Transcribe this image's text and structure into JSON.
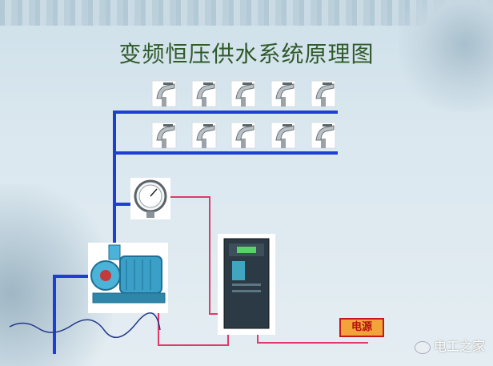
{
  "title": "变频恒压供水系统原理图",
  "power_label": "电源",
  "watermark": "电工之家",
  "colors": {
    "water_pipe": "#1d3fd6",
    "signal_wire": "#e03a6a",
    "title": "#2f5a2a",
    "power_label_bg": "#f2a43a"
  },
  "components": {
    "faucets_per_row": 5,
    "faucet_rows": 2,
    "pressure_gauge": "pressure-gauge",
    "pump": "water-pump",
    "inverter": "frequency-inverter"
  }
}
